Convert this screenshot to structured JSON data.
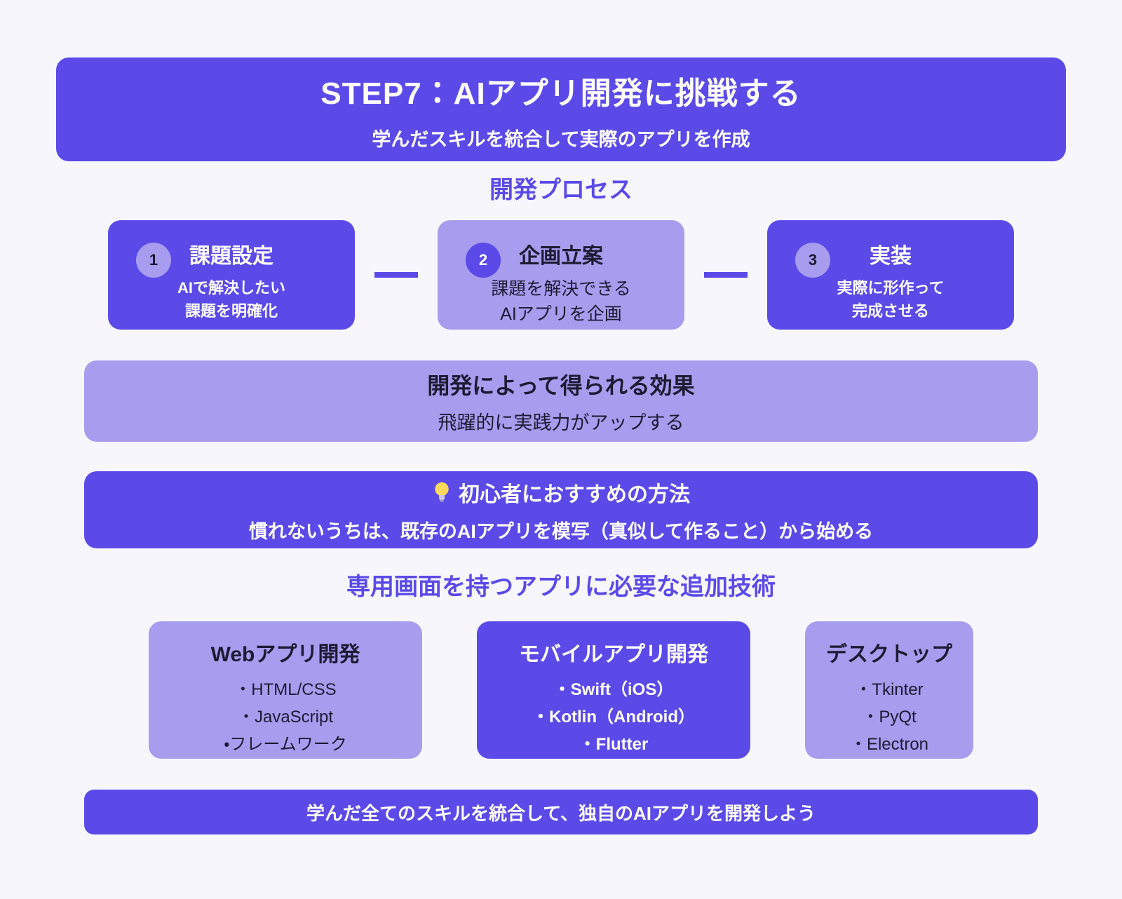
{
  "colors": {
    "bg": "#f7f6fd",
    "primary": "#5b4ae8",
    "light": "#a79cee",
    "ink": "#1d1b33"
  },
  "header": {
    "title": "STEP7：AIアプリ開発に挑戦する",
    "subtitle": "学んだスキルを統合して実際のアプリを作成"
  },
  "process": {
    "section_title": "開発プロセス",
    "steps": [
      {
        "number": "1",
        "title": "課題設定",
        "line1": "AIで解決したい",
        "line2": "課題を明確化"
      },
      {
        "number": "2",
        "title": "企画立案",
        "line1": "課題を解決できる",
        "line2": "AIアプリを企画"
      },
      {
        "number": "3",
        "title": "実装",
        "line1": "実際に形作って",
        "line2": "完成させる"
      }
    ]
  },
  "effect": {
    "title": "開発によって得られる効果",
    "subtitle": "飛躍的に実践力がアップする"
  },
  "recommend": {
    "icon": "lightbulb",
    "title": "初心者におすすめの方法",
    "subtitle": "慣れないうちは、既存のAIアプリを模写（真似して作ること）から始める"
  },
  "tech": {
    "section_title": "専用画面を持つアプリに必要な追加技術",
    "cards": [
      {
        "title": "Webアプリ開発",
        "items": [
          "・HTML/CSS",
          "・JavaScript",
          "・フレームワーク"
        ]
      },
      {
        "title": "モバイルアプリ開発",
        "items": [
          "・Swift（iOS）",
          "・Kotlin（Android）",
          "・Flutter"
        ]
      },
      {
        "title": "デスクトップ",
        "items": [
          "・Tkinter",
          "・PyQt",
          "・Electron"
        ]
      }
    ]
  },
  "footer": {
    "text": "学んだ全てのスキルを統合して、独自のAIアプリを開発しよう"
  }
}
